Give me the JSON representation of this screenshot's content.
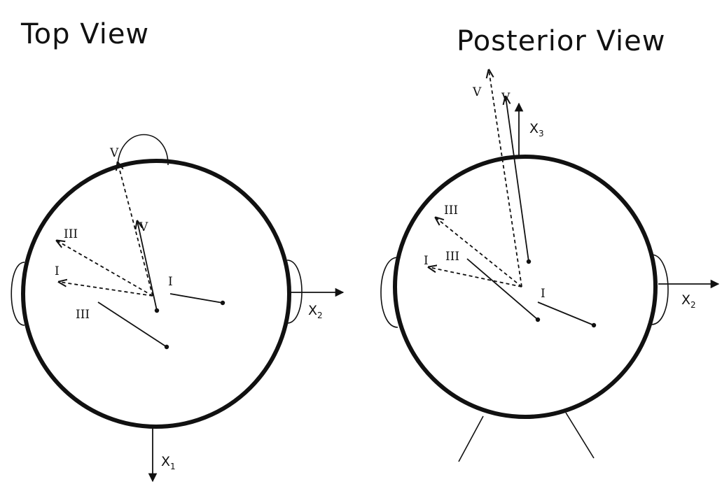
{
  "top_view": {
    "title": "Top View",
    "labels": {
      "v_outer": "V",
      "v_inner": "V",
      "iii_dashed": "III",
      "i_dashed": "I",
      "iii_solid": "III",
      "i_solid": "I"
    },
    "axes": {
      "x1": {
        "letter": "X",
        "sub": "1"
      },
      "x2": {
        "letter": "X",
        "sub": "2"
      }
    }
  },
  "posterior_view": {
    "title": "Posterior View",
    "labels": {
      "v_outer": "V",
      "v_inner": "V",
      "iii_dashed": "III",
      "i_dashed": "I",
      "iii_solid": "III",
      "i_solid": "I"
    },
    "axes": {
      "x3": {
        "letter": "X",
        "sub": "3"
      },
      "x2": {
        "letter": "X",
        "sub": "2"
      }
    }
  }
}
